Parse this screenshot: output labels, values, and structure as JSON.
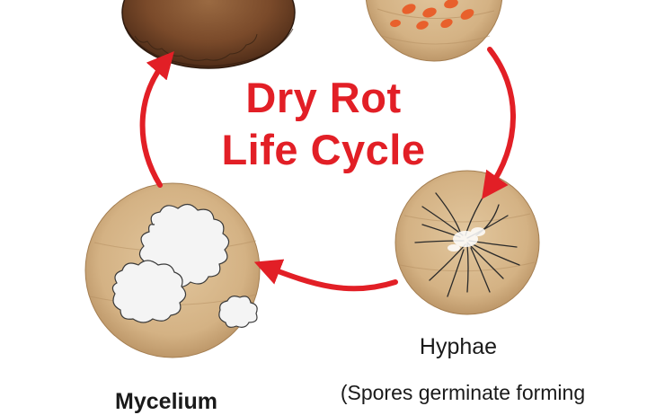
{
  "diagram": {
    "title_line1": "Dry Rot",
    "title_line2": "Life Cycle",
    "stages": [
      {
        "name": "Hyphae",
        "description": "(Spores germinate forming"
      },
      {
        "name": "Mycelium"
      }
    ],
    "colors": {
      "accent": "#e21f26",
      "wood": "#d9b98c",
      "wood_dark": "#b89164",
      "fruiting_body": "#7a4a2a",
      "spores": "#e8602c",
      "mycelium": "#f4f4f4"
    },
    "icons": [
      "fruiting-body-icon",
      "spores-icon",
      "hyphae-icon",
      "mycelium-icon"
    ]
  }
}
